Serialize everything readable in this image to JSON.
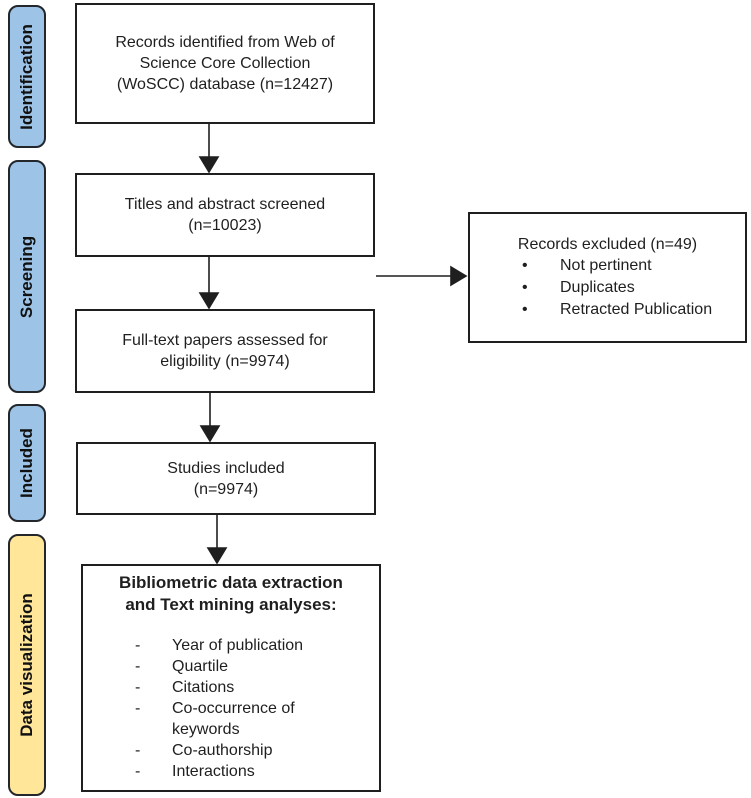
{
  "colors": {
    "sidebar_blue": "#9DC3E6",
    "sidebar_yellow": "#FFE699",
    "sidebar_border": "#23272B",
    "box_border": "#1F1F1F",
    "text": "#1F1F1F",
    "arrow": "#1F1F1F",
    "background": "#FFFFFF"
  },
  "sidebar": {
    "items": [
      {
        "label": "Identification",
        "color": "#9DC3E6"
      },
      {
        "label": "Screening",
        "color": "#9DC3E6"
      },
      {
        "label": "Included",
        "color": "#9DC3E6"
      },
      {
        "label": "Data visualization",
        "color": "#FFE699"
      }
    ]
  },
  "flow": {
    "records_identified": {
      "text": "Records identified from Web of\nScience Core Collection\n(WoSCC) database (n=12427)"
    },
    "titles_screened": {
      "text": "Titles and abstract screened\n(n=10023)"
    },
    "records_excluded": {
      "title": "Records excluded (n=49)",
      "marker": "bullet",
      "items": [
        "Not pertinent",
        "Duplicates",
        "Retracted Publication"
      ]
    },
    "fulltext_assessed": {
      "text": "Full-text papers assessed for\neligibility (n=9974)"
    },
    "studies_included": {
      "text": "Studies included\n(n=9974)"
    },
    "bibliometric": {
      "title": "Bibliometric data extraction\nand Text mining analyses:",
      "marker": "dash",
      "items": [
        "Year of publication",
        "Quartile",
        "Citations",
        "Co-occurrence of\nkeywords",
        "Co-authorship",
        "Interactions"
      ]
    }
  }
}
